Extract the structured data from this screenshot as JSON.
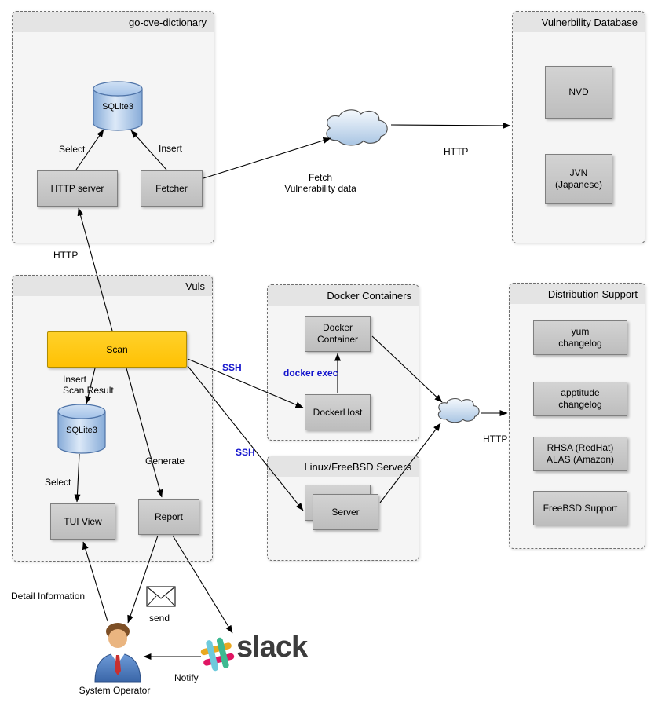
{
  "colors": {
    "scan_fill": "#ffc60a",
    "node_fill": "#c8c8c8",
    "ssh_label_blue": "#1414cd",
    "cylinder_blue": "#a8c6ea",
    "slack_yellow": "#E9A820",
    "slack_pink": "#E01563",
    "slack_blue": "#6ECADC",
    "slack_green": "#3EB991"
  },
  "groups": {
    "go_cve": "go-cve-dictionary",
    "vuln_db": "Vulnerbility Database",
    "vuls": "Vuls",
    "docker": "Docker Containers",
    "linux": "Linux/FreeBSD Servers",
    "distro": "Distribution Support"
  },
  "nodes": {
    "sqlite_cve": "SQLite3",
    "http_server": "HTTP server",
    "fetcher": "Fetcher",
    "nvd": "NVD",
    "jvn": "JVN\n(Japanese)",
    "scan": "Scan",
    "sqlite_vuls": "SQLite3",
    "tui_view": "TUI View",
    "report": "Report",
    "docker_container": "Docker\nContainer",
    "docker_host": "DockerHost",
    "server": "Server",
    "yum": "yum\nchangelog",
    "apptitude": "apptitude\nchangelog",
    "rhsa": "RHSA (RedHat)\nALAS (Amazon)",
    "freebsd": "FreeBSD Support"
  },
  "labels": {
    "select_cve": "Select",
    "insert_cve": "Insert",
    "fetch": "Fetch\nVulnerability data",
    "http_db": "HTTP",
    "http_vuls": "HTTP",
    "insert_scan": "Insert\nScan Result",
    "select_vuls": "Select",
    "generate": "Generate",
    "ssh_docker": "SSH",
    "ssh_server": "SSH",
    "docker_exec": "docker exec",
    "http_distro": "HTTP",
    "send": "send",
    "notify": "Notify",
    "detail_info": "Detail Information",
    "system_operator": "System Operator",
    "slack": "slack"
  }
}
